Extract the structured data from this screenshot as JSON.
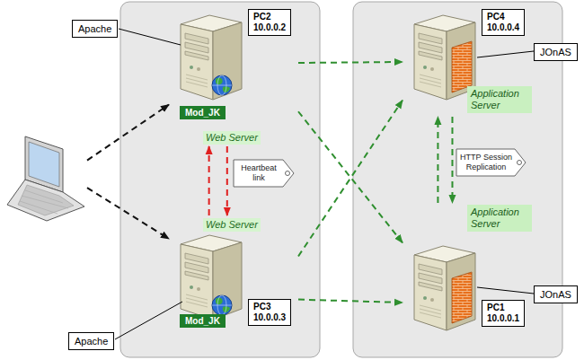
{
  "diagram": {
    "nodes": [
      {
        "text": []
      },
      {
        "text": [
          "PC2",
          "10.0.0.2",
          "Mod_JK",
          "Web Server"
        ]
      },
      {
        "text": [
          "Web Server",
          "PC3",
          "10.0.0.3",
          "Mod_JK"
        ]
      },
      {
        "text": [
          "PC4",
          "10.0.0.4",
          "Application Server"
        ]
      },
      {
        "text": [
          "Application Server",
          "PC1",
          "10.0.0.1"
        ]
      }
    ],
    "edges": [
      {
        "from": 0,
        "to": 1,
        "arrow": "to"
      },
      {
        "from": 0,
        "to": 2,
        "arrow": "to"
      },
      {
        "from": 1,
        "to": 3,
        "arrow": "to"
      },
      {
        "from": 1,
        "to": 4,
        "arrow": "to"
      },
      {
        "from": 2,
        "to": 3,
        "arrow": "to"
      },
      {
        "from": 2,
        "to": 4,
        "arrow": "to"
      },
      {
        "from": 2,
        "to": 1,
        "arrow": "to",
        "label": "Heartbeat link"
      },
      {
        "from": 1,
        "to": 2,
        "arrow": "to"
      },
      {
        "from": 4,
        "to": 3,
        "arrow": "to",
        "label": "HTTP Session Replication"
      },
      {
        "from": 3,
        "to": 4,
        "arrow": "to"
      }
    ],
    "labels": [
      "Apache",
      "Apache",
      "JOnAS",
      "JOnAS"
    ]
  }
}
